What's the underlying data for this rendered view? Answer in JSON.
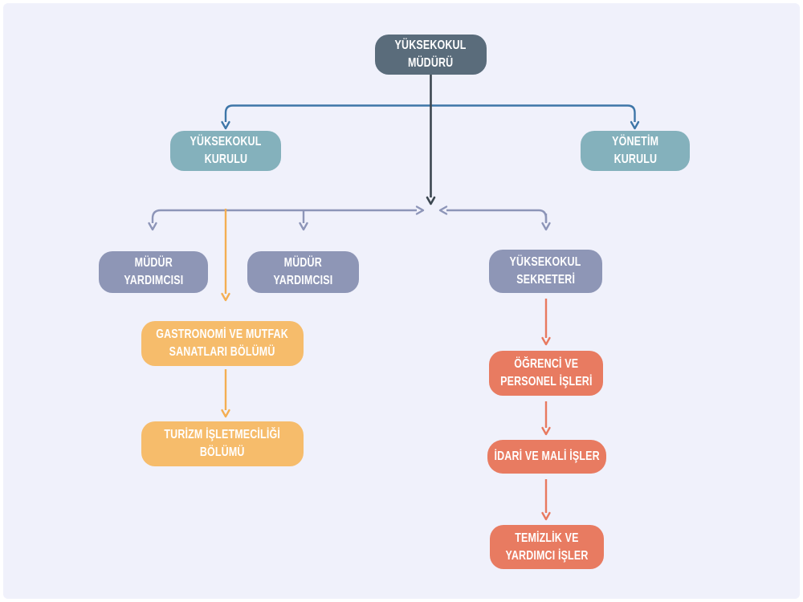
{
  "page": {
    "background": "#ffffff",
    "canvas_background": "#f0f1fb"
  },
  "org_chart": {
    "nodes": {
      "director": {
        "line1": "YÜKSEKOKUL",
        "line2": "MÜDÜRÜ",
        "fill": "#5a6c7b"
      },
      "school_board": {
        "line1": "YÜKSEKOKUL",
        "line2": "KURULU",
        "fill": "#84b1bc"
      },
      "executive_board": {
        "line1": "YÖNETİM",
        "line2": "KURULU",
        "fill": "#84b1bc"
      },
      "deputy_director_1": {
        "line1": "MÜDÜR",
        "line2": "YARDIMCISI",
        "fill": "#8e96b6"
      },
      "deputy_director_2": {
        "line1": "MÜDÜR",
        "line2": "YARDIMCISI",
        "fill": "#8e96b6"
      },
      "school_secretary": {
        "line1": "YÜKSEKOKUL",
        "line2": "SEKRETERİ",
        "fill": "#8e96b6"
      },
      "gastronomy_dept": {
        "line1": "GASTRONOMİ VE MUTFAK",
        "line2": "SANATLARI BÖLÜMÜ",
        "fill": "#f6bc6b"
      },
      "tourism_dept": {
        "line1": "TURİZM İŞLETMECİLİĞİ",
        "line2": "BÖLÜMÜ",
        "fill": "#f6bc6b"
      },
      "student_personnel": {
        "line1": "ÖĞRENCİ VE",
        "line2": "PERSONEL İŞLERİ",
        "fill": "#e87b61"
      },
      "admin_financial": {
        "line1": "İDARİ VE MALİ İŞLER",
        "fill": "#e87b61"
      },
      "cleaning_support": {
        "line1": "TEMİZLİK VE",
        "line2": "YARDIMCI İŞLER",
        "fill": "#e87b61"
      }
    },
    "connector_colors": {
      "blue": "#3e76a8",
      "dark": "#3c4750",
      "gray": "#8d95b8",
      "orange": "#f4ae52",
      "salmon": "#e8795f"
    }
  }
}
